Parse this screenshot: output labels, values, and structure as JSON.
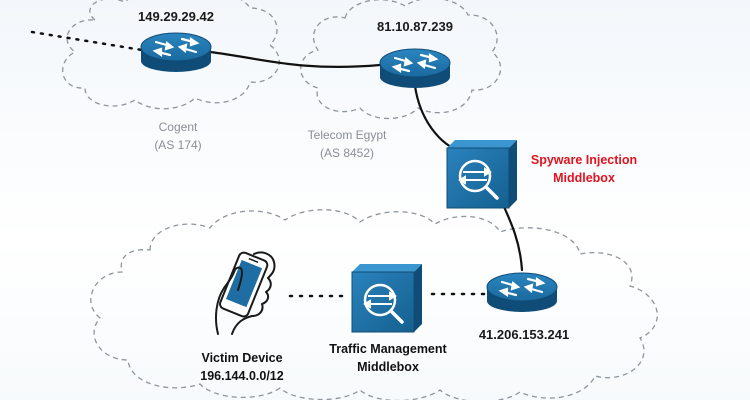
{
  "nodes": {
    "cogent_router": {
      "ip": "149.29.29.42",
      "network": "Cogent",
      "asn": "(AS 174)"
    },
    "telecom_router": {
      "ip": "81.10.87.239",
      "network": "Telecom Egypt",
      "asn": "(AS 8452)"
    },
    "spyware_middlebox": {
      "label_line1": "Spyware Injection",
      "label_line2": "Middlebox",
      "color": "#e0141e"
    },
    "edge_router": {
      "ip": "41.206.153.241"
    },
    "traffic_middlebox": {
      "label_line1": "Traffic Management",
      "label_line2": "Middlebox"
    },
    "victim_device": {
      "label_line1": "Victim Device",
      "label_line2": "196.144.0.0/12"
    }
  },
  "colors": {
    "device_blue": "#1f6ea3",
    "device_dark": "#0f4d78",
    "cloud_stroke": "#8f959c",
    "link": "#111111"
  }
}
